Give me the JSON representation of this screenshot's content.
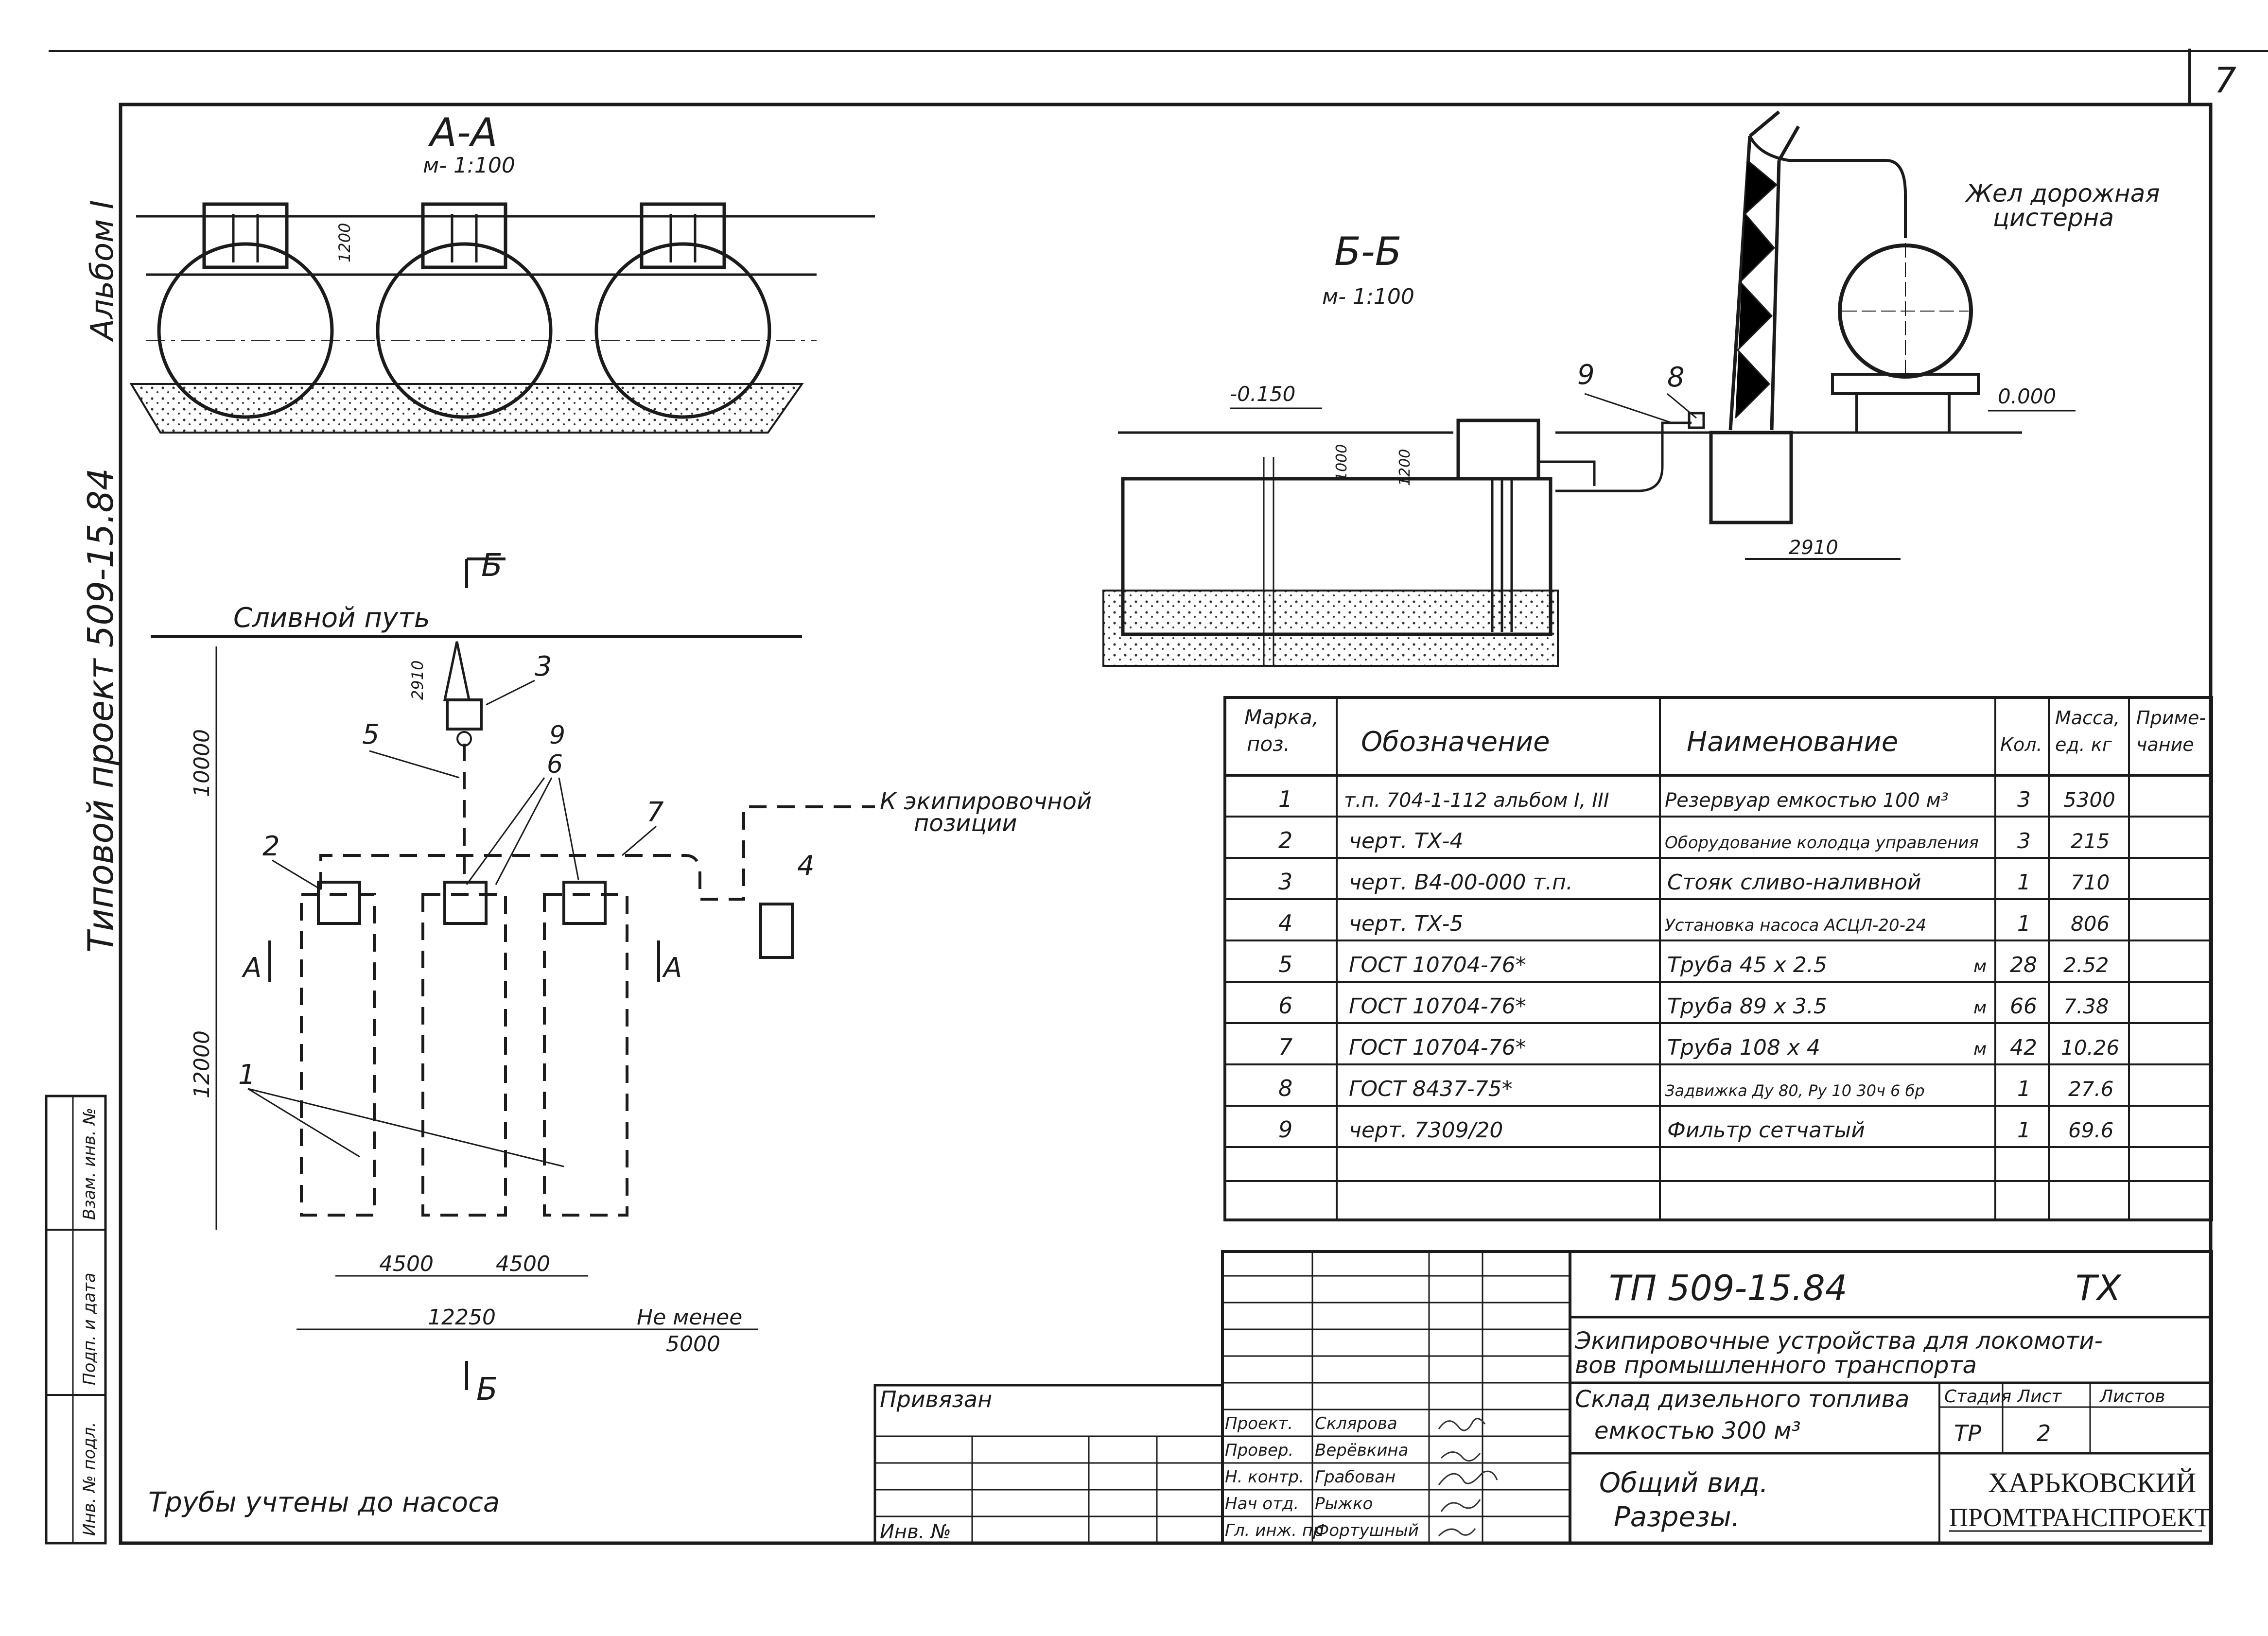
{
  "sheet": {
    "sheet_number": "7",
    "album_label": "Альбом I",
    "project_label": "Типовой проект 509-15.84"
  },
  "section_aa": {
    "title": "А-А",
    "scale": "м- 1:100",
    "dimension": "1200"
  },
  "section_bb": {
    "title": "Б-Б",
    "scale": "м- 1:100",
    "level_left": "-0.150",
    "level_right": "0.000",
    "dim_1000": "1000",
    "dim_1200": "1200",
    "dim_2910": "2910",
    "callout_9": "9",
    "callout_8": "8",
    "tank_car_label": "Жел дорожная цистерна"
  },
  "plan": {
    "section_mark_b": "Б",
    "section_mark_a": "А",
    "track_label": "Сливной путь",
    "dim_2910": "2910",
    "dim_10000": "10000",
    "dim_12000": "12000",
    "dim_4500_left": "4500",
    "dim_4500_right": "4500",
    "dim_12250": "12250",
    "not_less": "Не менее 5000",
    "equipment_note": "К экипировочной позиции",
    "callouts": [
      "1",
      "2",
      "3",
      "4",
      "5",
      "6",
      "7",
      "9"
    ],
    "bottom_note": "Трубы учтены до насоса"
  },
  "spec_table": {
    "headers": [
      "Марка, поз.",
      "Обозначение",
      "Наименование",
      "Кол.",
      "Масса, ед. кг",
      "Примечание"
    ],
    "rows": [
      {
        "pos": "1",
        "designation": "т.п. 704-1-112 альбом I, III",
        "name": "Резервуар емкостью 100 м³",
        "qty": "3",
        "mass": "5300",
        "note": ""
      },
      {
        "pos": "2",
        "designation": "черт. ТХ-4",
        "name": "Оборудование колодца управления",
        "qty": "3",
        "mass": "215",
        "note": ""
      },
      {
        "pos": "3",
        "designation": "черт. В4-00-000 т.п.",
        "name": "Стояк сливо-наливной",
        "qty": "1",
        "mass": "710",
        "note": ""
      },
      {
        "pos": "4",
        "designation": "черт. ТХ-5",
        "name": "Установка насоса АСЦЛ-20-24",
        "qty": "1",
        "mass": "806",
        "note": ""
      },
      {
        "pos": "5",
        "designation": "ГОСТ 10704-76*",
        "name": "Труба 45 x 2.5",
        "unit": "м",
        "qty": "28",
        "mass": "2.52",
        "note": ""
      },
      {
        "pos": "6",
        "designation": "ГОСТ 10704-76*",
        "name": "Труба 89 x 3.5",
        "unit": "м",
        "qty": "66",
        "mass": "7.38",
        "note": ""
      },
      {
        "pos": "7",
        "designation": "ГОСТ 10704-76*",
        "name": "Труба 108 x 4",
        "unit": "м",
        "qty": "42",
        "mass": "10.26",
        "note": ""
      },
      {
        "pos": "8",
        "designation": "ГОСТ 8437-75*",
        "name": "Задвижка Ду 80, Ру 10 30ч 6 бр",
        "qty": "1",
        "mass": "27.6",
        "note": ""
      },
      {
        "pos": "9",
        "designation": "черт. 7309/20",
        "name": "Фильтр сетчатый",
        "qty": "1",
        "mass": "69.6",
        "note": ""
      }
    ]
  },
  "title_block": {
    "code": "ТП 509-15.84",
    "mark": "ТХ",
    "subject": "Экипировочные устройства для локомотивов промышленного транспорта",
    "object": "Склад дизельного топлива емкостью 300 м³",
    "stage_header": "Стадия",
    "sheet_header": "Лист",
    "sheets_header": "Листов",
    "stage": "ТР",
    "sheet": "2",
    "drawing_title": "Общий вид. Разрезы.",
    "org_line1": "ХАРЬКОВСКИЙ",
    "org_line2": "ПРОМТРАНСПРОЕКТ",
    "attached": "Привязан",
    "inv_no": "Инв. №",
    "signatures": [
      {
        "role": "Проект.",
        "name": "Склярова"
      },
      {
        "role": "Провер.",
        "name": "Верёвкина"
      },
      {
        "role": "Н. контр.",
        "name": "Грабован"
      },
      {
        "role": "Нач отд.",
        "name": "Рыжко"
      },
      {
        "role": "Гл. инж. пр",
        "name": "Фортушный"
      }
    ]
  },
  "side_stamp": {
    "inv_no_original": "Инв. № подл.",
    "sign_date": "Подп. и дата",
    "replace_inv": "Взам. инв. №"
  }
}
